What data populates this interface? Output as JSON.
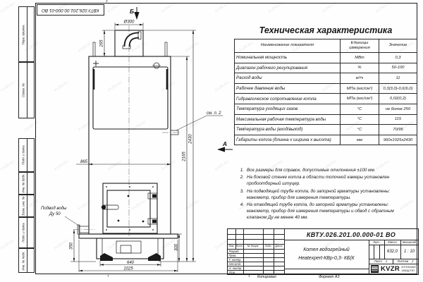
{
  "sheet": {
    "watermark": "KVZR.RU",
    "doc_number_top": "КВТУ.026.201.00.000-01 ВО",
    "copied": "Копировал",
    "format": "Формат А3",
    "fold_marks": [
      "2",
      "7",
      "1"
    ]
  },
  "stamps": [
    "Перв. примен.",
    "Справ. №",
    "Подп. и дата",
    "Инв. № дубл.",
    "Взам. инв. №",
    "Подп. и дата",
    "Инв. № подл."
  ],
  "drawing": {
    "view_b": "Б",
    "view_a": "А",
    "see_note": "см. п. 2",
    "callout_line1": "Подвод воды",
    "callout_line2": "Ду 50",
    "dims": {
      "chimney_dia": "Ø300",
      "chimney_h": "265",
      "body_w": "865",
      "inlet_h": "350",
      "feet_span": "640",
      "base_w": "1025",
      "base_h": "300",
      "body_h": "2165",
      "total_h": "2430"
    }
  },
  "table": {
    "title": "Техническая характеристика",
    "headers": [
      "Наименование показателя",
      "Единицы измерения",
      "Значение"
    ],
    "rows": [
      {
        "name": "Номинальная мощность",
        "unit": "МВт",
        "value": "0,3"
      },
      {
        "name": "Диапазон рабочего регулирования",
        "unit": "%",
        "value": "50-100"
      },
      {
        "name": "Расход воды",
        "unit": "м³/ч",
        "value": "11"
      },
      {
        "name": "Рабочее давление воды",
        "unit": "МПа (кгс/см²)",
        "value": "0,3(3,0)-0,6(6,0)"
      },
      {
        "name": "Гидравлическое сопротивление котла",
        "unit": "МПа (кгс/см²)",
        "value": "0,02(0,2)"
      },
      {
        "name": "Температура уходящих газов",
        "unit": "°С",
        "value": "не более 250"
      },
      {
        "name": "Максимальная рабочая температура воды",
        "unit": "°С",
        "value": "115"
      },
      {
        "name": "Температура воды (вход/выход)",
        "unit": "°С",
        "value": "70/95"
      },
      {
        "name": "Габариты котла (длинна х ширина х высота)",
        "unit": "мм",
        "value": "960х1025х2430"
      }
    ]
  },
  "notes": {
    "items": [
      {
        "num": "1.",
        "text": "Все размеры для справок, допустимые отклонения ±100 мм."
      },
      {
        "num": "2.",
        "text": "На боковой стенке котла в области топочной камеры установлен пробоотборный штуцер."
      },
      {
        "num": "3.",
        "text": "На подводящей трубе котла, до запорной арматуры установлены: манометр, прибор для измерения температуры."
      },
      {
        "num": "4.",
        "text": "На отводящей трубе котла, до запорной арматуры установлены: манометр, прибор для измерения температуры и обвод с обратным клапаном Ду не менее 40 мм."
      }
    ]
  },
  "title_block": {
    "doc_number": "КВТУ.026.201.00.000-01 ВО",
    "product_line1": "Котел водогрейный",
    "product_line2": "Heatexpert-КВр-0,3- КБ(К",
    "lit": "Лит.",
    "mass": "Масса",
    "scale": "Масштаб",
    "mass_value": "632,0",
    "scale_value": "1 : 10",
    "sheet": "Лист",
    "sheet_no": "1",
    "sheets": "Листов",
    "sheets_no": "2",
    "cols": [
      "Изм.",
      "Лист",
      "№ докум.",
      "Подп.",
      "Дата"
    ],
    "roles": [
      "Разраб.",
      "Пров.",
      "Т. контр.",
      "Нач.отд.",
      "Н. контр.",
      "Утв."
    ],
    "brand": "KVZR",
    "brand_line1": "КОТЕЛЬНЫЙ",
    "brand_line2": "ЗАВОД РЭП"
  }
}
